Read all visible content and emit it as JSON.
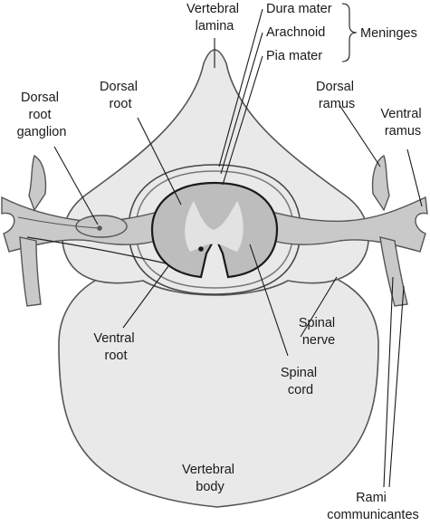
{
  "labels": {
    "vertebral_lamina": [
      "Vertebral",
      "lamina"
    ],
    "dura_mater": "Dura mater",
    "arachnoid": "Arachnoid",
    "pia_mater": "Pia mater",
    "meninges": "Meninges",
    "dorsal_root_ganglion": [
      "Dorsal",
      "root",
      "ganglion"
    ],
    "dorsal_root": [
      "Dorsal",
      "root"
    ],
    "dorsal_ramus": [
      "Dorsal",
      "ramus"
    ],
    "ventral_ramus": [
      "Ventral",
      "ramus"
    ],
    "ventral_root": [
      "Ventral",
      "root"
    ],
    "spinal_nerve": [
      "Spinal",
      "nerve"
    ],
    "spinal_cord": [
      "Spinal",
      "cord"
    ],
    "vertebral_body": [
      "Vertebral",
      "body"
    ],
    "rami_communicantes": [
      "Rami",
      "communicantes"
    ]
  },
  "colors": {
    "bone_fill": "#e9e9e9",
    "nerve_fill": "#c9c9c9",
    "cord_white_matter": "#bdbdbd",
    "cord_gray_matter": "#e2e2e2",
    "outline": "#1a1a1a"
  }
}
